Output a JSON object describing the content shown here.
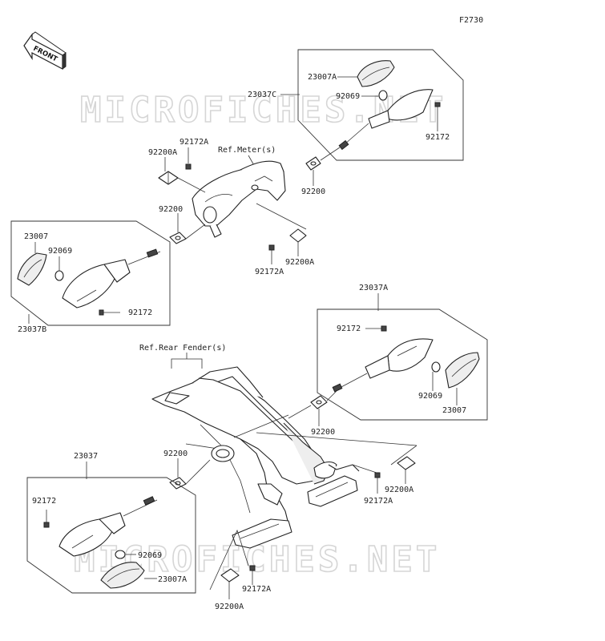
{
  "figure_code": "F2730",
  "front_label": "FRONT",
  "watermark": "MICROFICHES.NET",
  "refs": {
    "meter": "Ref.Meter(s)",
    "rear_fender": "Ref.Rear Fender(s)"
  },
  "labels": {
    "l23007A_top": "23007A",
    "l23037C": "23037C",
    "l92069_top": "92069",
    "l92172_top": "92172",
    "l92172A_tl": "92172A",
    "l92200A_tl": "92200A",
    "l92200_top": "92200",
    "l92200_left": "92200",
    "l92200A_mid": "92200A",
    "l92172A_mid": "92172A",
    "l23007_left": "23007",
    "l92069_left": "92069",
    "l92172_left": "92172",
    "l23037B": "23037B",
    "l23037A": "23037A",
    "l92172_right": "92172",
    "l92069_right": "92069",
    "l23007_right": "23007",
    "l92200_right": "92200",
    "l92200A_rb": "92200A",
    "l92172A_rb": "92172A",
    "l23037": "23037",
    "l92200_bl": "92200",
    "l92172_bl": "92172",
    "l92069_bl": "92069",
    "l23007A_bl": "23007A",
    "l92172A_bc": "92172A",
    "l92200A_bc": "92200A"
  }
}
